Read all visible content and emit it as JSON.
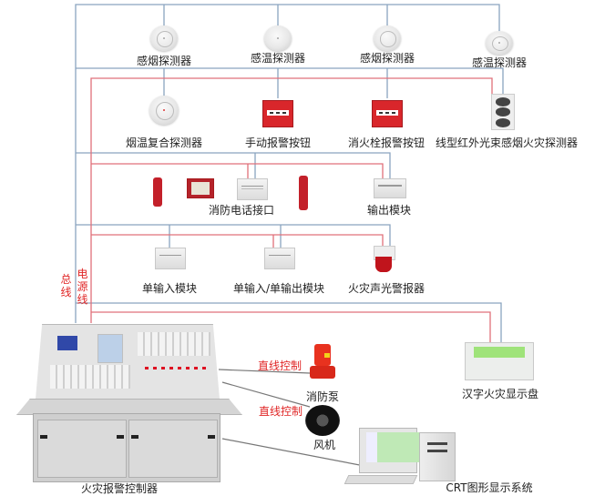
{
  "diagram": {
    "title_legend": {
      "bus_line": "总线",
      "power_line": "电源线"
    },
    "colors": {
      "bus_line": "#8aa4bf",
      "power_line": "#e0707a",
      "control_label": "#e02626"
    },
    "row1": [
      {
        "label": "感烟探测器",
        "icon": "smoke-detector"
      },
      {
        "label": "感温探测器",
        "icon": "heat-detector"
      },
      {
        "label": "感烟探测器",
        "icon": "smoke-detector"
      },
      {
        "label": "感温探测器",
        "icon": "heat-detector"
      }
    ],
    "row2": [
      {
        "label": "烟温复合探测器",
        "icon": "combo-detector"
      },
      {
        "label": "手动报警按钮",
        "icon": "manual-call-point"
      },
      {
        "label": "消火栓报警按钮",
        "icon": "hydrant-alarm-button"
      },
      {
        "label": "线型红外光束感烟火灾探测器",
        "icon": "beam-detector"
      }
    ],
    "row3": [
      {
        "label": "消防电话接口",
        "icon": "fire-phone-interface"
      },
      {
        "label": "输出模块",
        "icon": "output-module"
      }
    ],
    "row4": [
      {
        "label": "单输入模块",
        "icon": "input-module"
      },
      {
        "label": "单输入/单输出模块",
        "icon": "io-module"
      },
      {
        "label": "火灾声光警报器",
        "icon": "strobe-alarm"
      }
    ],
    "controller": {
      "label": "火灾报警控制器",
      "icon": "fire-alarm-control-panel"
    },
    "display_panel": {
      "label": "汉字火灾显示盘",
      "icon": "chinese-display-panel"
    },
    "pump": {
      "label": "消防泵",
      "control": "直线控制",
      "icon": "fire-pump"
    },
    "fan": {
      "label": "风机",
      "control": "直线控制",
      "icon": "fan"
    },
    "crt": {
      "label": "CRT图形显示系统",
      "icon": "computer"
    }
  }
}
